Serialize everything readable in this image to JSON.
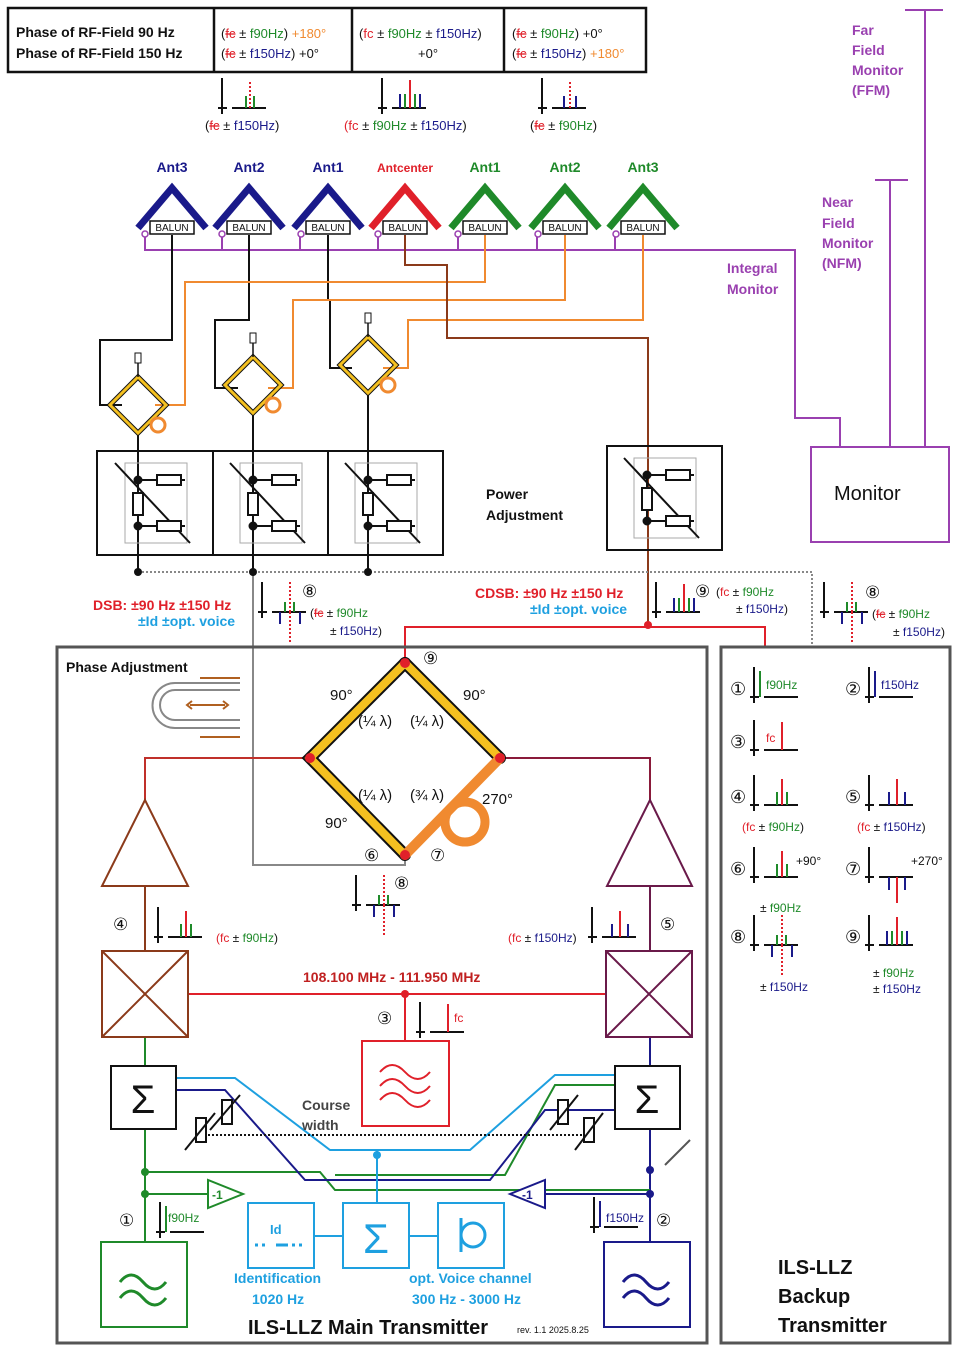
{
  "colors": {
    "k": "#111111",
    "r": "#e0202a",
    "g": "#1f8a2a",
    "n": "#1a1a8a",
    "o": "#f08a30",
    "p": "#9a40b0",
    "c": "#1ea0e0",
    "gray": "#8a8a8a",
    "brown": "#8b3a1a"
  },
  "table": {
    "row1_label": "Phase of RF-Field  90 Hz",
    "row2_label": "Phase of RF-Field 150 Hz",
    "cell1_line1": [
      {
        "t": "(",
        "c": "k"
      },
      {
        "t": "fc",
        "c": "r",
        "x": 1
      },
      {
        "t": " ± ",
        "c": "k"
      },
      {
        "t": "f90Hz",
        "c": "g"
      },
      {
        "t": ") ",
        "c": "k"
      },
      {
        "t": "+180°",
        "c": "o"
      }
    ],
    "cell1_line2": [
      {
        "t": "(",
        "c": "k"
      },
      {
        "t": "fc",
        "c": "r",
        "x": 1
      },
      {
        "t": " ± ",
        "c": "k"
      },
      {
        "t": "f150Hz",
        "c": "n"
      },
      {
        "t": ") +0°",
        "c": "k"
      }
    ],
    "cell2_line1": [
      {
        "t": "(",
        "c": "k"
      },
      {
        "t": "fc",
        "c": "r"
      },
      {
        "t": " ± ",
        "c": "k"
      },
      {
        "t": "f90Hz",
        "c": "g"
      },
      {
        "t": " ± ",
        "c": "k"
      },
      {
        "t": "f150Hz",
        "c": "n"
      },
      {
        "t": ")",
        "c": "k"
      }
    ],
    "cell2_line2": [
      {
        "t": "+0°",
        "c": "k"
      }
    ],
    "cell3_line1": [
      {
        "t": "(",
        "c": "k"
      },
      {
        "t": "fc",
        "c": "r",
        "x": 1
      },
      {
        "t": " ± ",
        "c": "k"
      },
      {
        "t": "f90Hz",
        "c": "g"
      },
      {
        "t": ") +0°",
        "c": "k"
      }
    ],
    "cell3_line2": [
      {
        "t": "(",
        "c": "k"
      },
      {
        "t": "fc",
        "c": "r",
        "x": 1
      },
      {
        "t": " ± ",
        "c": "k"
      },
      {
        "t": "f150Hz",
        "c": "n"
      },
      {
        "t": ") ",
        "c": "k"
      },
      {
        "t": "+180°",
        "c": "o"
      }
    ]
  },
  "top_spectra_labels": [
    [
      {
        "t": "(",
        "c": "k"
      },
      {
        "t": "fc",
        "c": "r",
        "x": 1
      },
      {
        "t": " ± ",
        "c": "k"
      },
      {
        "t": "f150Hz",
        "c": "n"
      },
      {
        "t": ")",
        "c": "k"
      }
    ],
    [
      {
        "t": "(",
        "c": "r"
      },
      {
        "t": "fc",
        "c": "r"
      },
      {
        "t": " ± ",
        "c": "k"
      },
      {
        "t": "f90Hz",
        "c": "g"
      },
      {
        "t": " ± ",
        "c": "k"
      },
      {
        "t": "f150Hz",
        "c": "n"
      },
      {
        "t": ")",
        "c": "k"
      }
    ],
    [
      {
        "t": "(",
        "c": "k"
      },
      {
        "t": "fc",
        "c": "r",
        "x": 1
      },
      {
        "t": " ± ",
        "c": "k"
      },
      {
        "t": "f90Hz",
        "c": "g"
      },
      {
        "t": ")",
        "c": "k"
      }
    ]
  ],
  "antennas": [
    {
      "label": "Ant3",
      "color": "n"
    },
    {
      "label": "Ant2",
      "color": "n"
    },
    {
      "label": "Ant1",
      "color": "n"
    },
    {
      "label": "Antcenter",
      "color": "r"
    },
    {
      "label": "Ant1",
      "color": "g"
    },
    {
      "label": "Ant2",
      "color": "g"
    },
    {
      "label": "Ant3",
      "color": "g"
    }
  ],
  "balun_label": "BALUN",
  "monitors": {
    "ffm": [
      "Far",
      "Field",
      "Monitor",
      "(FFM)"
    ],
    "nfm": [
      "Near",
      "Field",
      "Monitor",
      "(NFM)"
    ],
    "integral": [
      "Integral",
      "Monitor"
    ],
    "monitor_box": "Monitor"
  },
  "power_adjustment": [
    "Power",
    "Adjustment"
  ],
  "dsb": {
    "line1": "DSB: ±90 Hz ±150 Hz",
    "line2": "±Id ±opt. voice",
    "marker": "⑧",
    "spec1": [
      {
        "t": "(",
        "c": "k"
      },
      {
        "t": "fc",
        "c": "r",
        "x": 1
      },
      {
        "t": " ± ",
        "c": "k"
      },
      {
        "t": "f90Hz",
        "c": "g"
      }
    ],
    "spec2": [
      {
        "t": "± ",
        "c": "k"
      },
      {
        "t": "f150Hz",
        "c": "n"
      },
      {
        "t": ")",
        "c": "k"
      }
    ]
  },
  "cdsb": {
    "line1": "CDSB: ±90 Hz ±150 Hz",
    "line2": "±Id ±opt. voice",
    "marker": "⑨",
    "spec1": [
      {
        "t": "(",
        "c": "k"
      },
      {
        "t": "fc",
        "c": "r"
      },
      {
        "t": " ± ",
        "c": "k"
      },
      {
        "t": "f90Hz",
        "c": "g"
      }
    ],
    "spec2": [
      {
        "t": "± ",
        "c": "k"
      },
      {
        "t": "f150Hz",
        "c": "n"
      },
      {
        "t": ")",
        "c": "k"
      }
    ]
  },
  "backup_feed": {
    "marker": "⑧",
    "spec1": [
      {
        "t": "(",
        "c": "k"
      },
      {
        "t": "fc",
        "c": "r",
        "x": 1
      },
      {
        "t": " ± ",
        "c": "k"
      },
      {
        "t": "f90Hz",
        "c": "g"
      }
    ],
    "spec2": [
      {
        "t": "± ",
        "c": "k"
      },
      {
        "t": "f150Hz",
        "c": "n"
      },
      {
        "t": ")",
        "c": "k"
      }
    ]
  },
  "main": {
    "phase_adjustment": "Phase Adjustment",
    "angles": {
      "tl": "90°",
      "tr": "90°",
      "bl": "90°",
      "br": "270°"
    },
    "lambda": {
      "tl": "(¼ λ)",
      "tr": "(¼ λ)",
      "bl": "(¼ λ)",
      "br": "(¾ λ)"
    },
    "markers": {
      "m9": "⑨",
      "m6": "⑥",
      "m7": "⑦",
      "m8": "⑧",
      "m4": "④",
      "m5": "⑤",
      "m3": "③",
      "m1": "①",
      "m2": "②"
    },
    "spec4": [
      {
        "t": "(",
        "c": "r"
      },
      {
        "t": "fc",
        "c": "r"
      },
      {
        "t": " ± ",
        "c": "k"
      },
      {
        "t": "f90Hz",
        "c": "g"
      },
      {
        "t": ")",
        "c": "k"
      }
    ],
    "spec5": [
      {
        "t": "(",
        "c": "r"
      },
      {
        "t": "fc",
        "c": "r"
      },
      {
        "t": " ± ",
        "c": "k"
      },
      {
        "t": "f150Hz",
        "c": "n"
      },
      {
        "t": ")",
        "c": "k"
      }
    ],
    "spec3": [
      {
        "t": "fc",
        "c": "r"
      }
    ],
    "spec1": [
      {
        "t": "f90Hz",
        "c": "g"
      }
    ],
    "spec2": [
      {
        "t": "f150Hz",
        "c": "n"
      }
    ],
    "frequency_range": "108.100 MHz - 111.950 MHz",
    "course_width": [
      "Course",
      "width"
    ],
    "inverter_label": "-1",
    "id_box": "Id",
    "identification": [
      "Identification",
      "1020 Hz"
    ],
    "voice": [
      "opt. Voice channel",
      "300 Hz - 3000 Hz"
    ],
    "title": "ILS-LLZ Main Transmitter",
    "revision": "rev. 1.1 2025.8.25"
  },
  "backup": {
    "legend": [
      {
        "n": "①",
        "label": [
          {
            "t": "f90Hz",
            "c": "g"
          }
        ]
      },
      {
        "n": "②",
        "label": [
          {
            "t": "f150Hz",
            "c": "n"
          }
        ]
      },
      {
        "n": "③",
        "label": [
          {
            "t": "fc",
            "c": "r"
          }
        ]
      },
      {
        "n": "④",
        "label": [
          {
            "t": "(",
            "c": "r"
          },
          {
            "t": "fc",
            "c": "r"
          },
          {
            "t": " ± ",
            "c": "k"
          },
          {
            "t": "f90Hz",
            "c": "g"
          },
          {
            "t": ")",
            "c": "k"
          }
        ]
      },
      {
        "n": "⑤",
        "label": [
          {
            "t": "(",
            "c": "r"
          },
          {
            "t": "fc",
            "c": "r"
          },
          {
            "t": " ± ",
            "c": "k"
          },
          {
            "t": "f150Hz",
            "c": "n"
          },
          {
            "t": ")",
            "c": "k"
          }
        ]
      },
      {
        "n": "⑥",
        "label": [
          {
            "t": "+90°",
            "c": "k"
          }
        ]
      },
      {
        "n": "⑦",
        "label": [
          {
            "t": "+270°",
            "c": "k"
          }
        ]
      },
      {
        "n": "⑧",
        "label": [
          {
            "t": "± ",
            "c": "k"
          },
          {
            "t": "f90Hz",
            "c": "g"
          }
        ],
        "label2": [
          {
            "t": "± ",
            "c": "k"
          },
          {
            "t": "f150Hz",
            "c": "n"
          }
        ]
      },
      {
        "n": "⑨",
        "label": [
          {
            "t": "± ",
            "c": "k"
          },
          {
            "t": "f90Hz",
            "c": "g"
          }
        ],
        "label2": [
          {
            "t": "± ",
            "c": "k"
          },
          {
            "t": "f150Hz",
            "c": "n"
          }
        ]
      }
    ],
    "title": [
      "ILS-LLZ",
      "Backup",
      "Transmitter"
    ]
  }
}
